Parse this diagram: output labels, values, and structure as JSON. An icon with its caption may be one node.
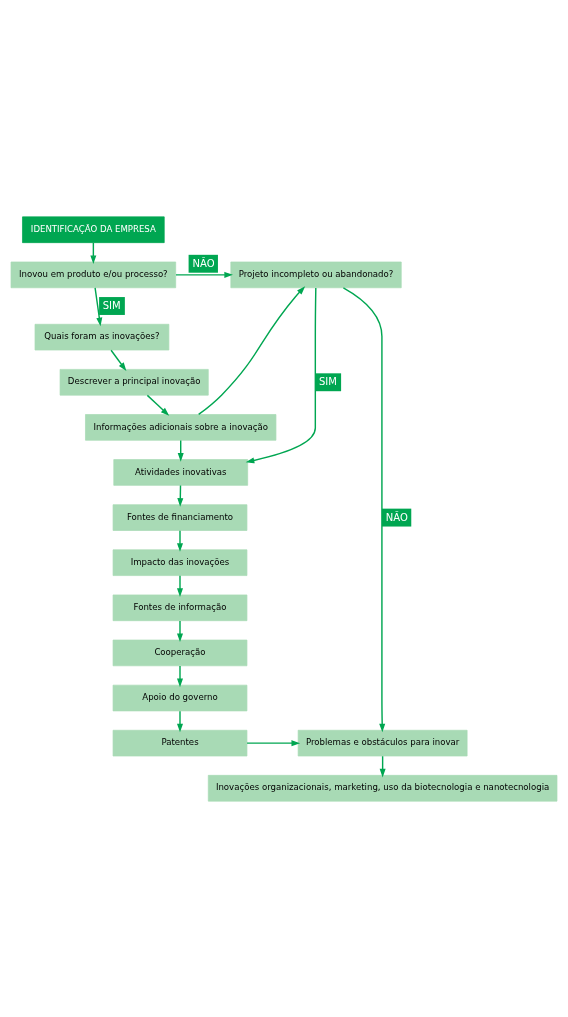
{
  "diagram": {
    "nodes": [
      {
        "text": [
          "IDENTIFICAÇÃO DA EMPRESA"
        ]
      },
      {
        "text": [
          "Inovou em produto e/ou processo?"
        ]
      },
      {
        "text": [
          "Projeto incompleto ou abandonado?"
        ]
      },
      {
        "text": [
          "Quais foram as inovações?"
        ]
      },
      {
        "text": [
          "Descrever a principal inovação"
        ]
      },
      {
        "text": [
          "Informações adicionais sobre a inovação"
        ]
      },
      {
        "text": [
          "Atividades inovativas"
        ]
      },
      {
        "text": [
          "Fontes de financiamento"
        ]
      },
      {
        "text": [
          "Impacto das inovações"
        ]
      },
      {
        "text": [
          "Fontes de informação"
        ]
      },
      {
        "text": [
          "Cooperação"
        ]
      },
      {
        "text": [
          "Apoio do governo"
        ]
      },
      {
        "text": [
          "Patentes"
        ]
      },
      {
        "text": [
          "Problemas e obstáculos para inovar"
        ]
      },
      {
        "text": [
          "Inovações organizacionais, marketing, uso da biotecnologia e nanotecnologia"
        ]
      }
    ],
    "edges": [
      {
        "from": 0,
        "to": 1,
        "arrow": "to"
      },
      {
        "from": 1,
        "to": 2,
        "arrow": "to",
        "label": "NÃO"
      },
      {
        "from": 1,
        "to": 3,
        "arrow": "to",
        "label": "SIM"
      },
      {
        "from": 3,
        "to": 4,
        "arrow": "to"
      },
      {
        "from": 4,
        "to": 5,
        "arrow": "to"
      },
      {
        "from": 5,
        "to": 2,
        "arrow": "to"
      },
      {
        "from": 2,
        "to": 6,
        "arrow": "to",
        "label": "SIM"
      },
      {
        "from": 2,
        "to": 13,
        "arrow": "to",
        "label": "NÃO"
      },
      {
        "from": 5,
        "to": 6,
        "arrow": "to"
      },
      {
        "from": 6,
        "to": 7,
        "arrow": "to"
      },
      {
        "from": 7,
        "to": 8,
        "arrow": "to"
      },
      {
        "from": 8,
        "to": 9,
        "arrow": "to"
      },
      {
        "from": 9,
        "to": 10,
        "arrow": "to"
      },
      {
        "from": 10,
        "to": 11,
        "arrow": "to"
      },
      {
        "from": 11,
        "to": 12,
        "arrow": "to"
      },
      {
        "from": 12,
        "to": 13,
        "arrow": "to"
      },
      {
        "from": 13,
        "to": 14,
        "arrow": "to"
      }
    ]
  }
}
